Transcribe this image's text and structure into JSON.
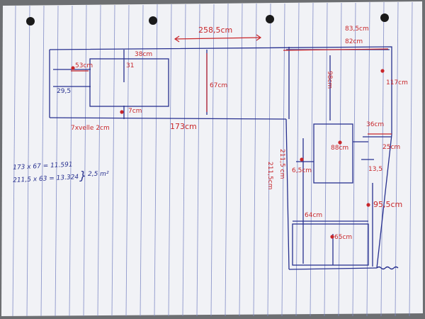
{
  "colors": {
    "paper": "#f1f2f6",
    "rule_line": "#7d88c4",
    "ink_blue": "#27308f",
    "ink_red": "#c8262a",
    "background": "#6d6f72",
    "punch_hole": "#1a1a1a"
  },
  "dimensions": {
    "top_length": "258,5cm",
    "top_right_a": "83,5cm",
    "top_right_b": "82cm",
    "right_side": "117cm",
    "inner_right_vertical": "98cm",
    "cutout_top": "38cm",
    "cutout_small": "31",
    "cutout_left": "53cm",
    "left_offset": "29,5",
    "depth": "67cm",
    "bottom_gap": "7cm",
    "bottom_length": "173cm",
    "bottom_note": "7xvelle 2cm",
    "right_top_width": "36cm",
    "right_edge": "25cm",
    "sink_width": "88cm",
    "right_offset": "13,5",
    "sink_left": "6,5cm",
    "vertical_left_a": "211,5 cm",
    "vertical_left_b": "211,5cm",
    "lower_right": "95,5cm",
    "lower_width": "64cm",
    "lower_bottom": "65cm"
  },
  "calculation": {
    "line1": "173 x 67 = 11.591",
    "line2": "211,5 x 63 = 13.324",
    "result": "2,5 m²"
  }
}
